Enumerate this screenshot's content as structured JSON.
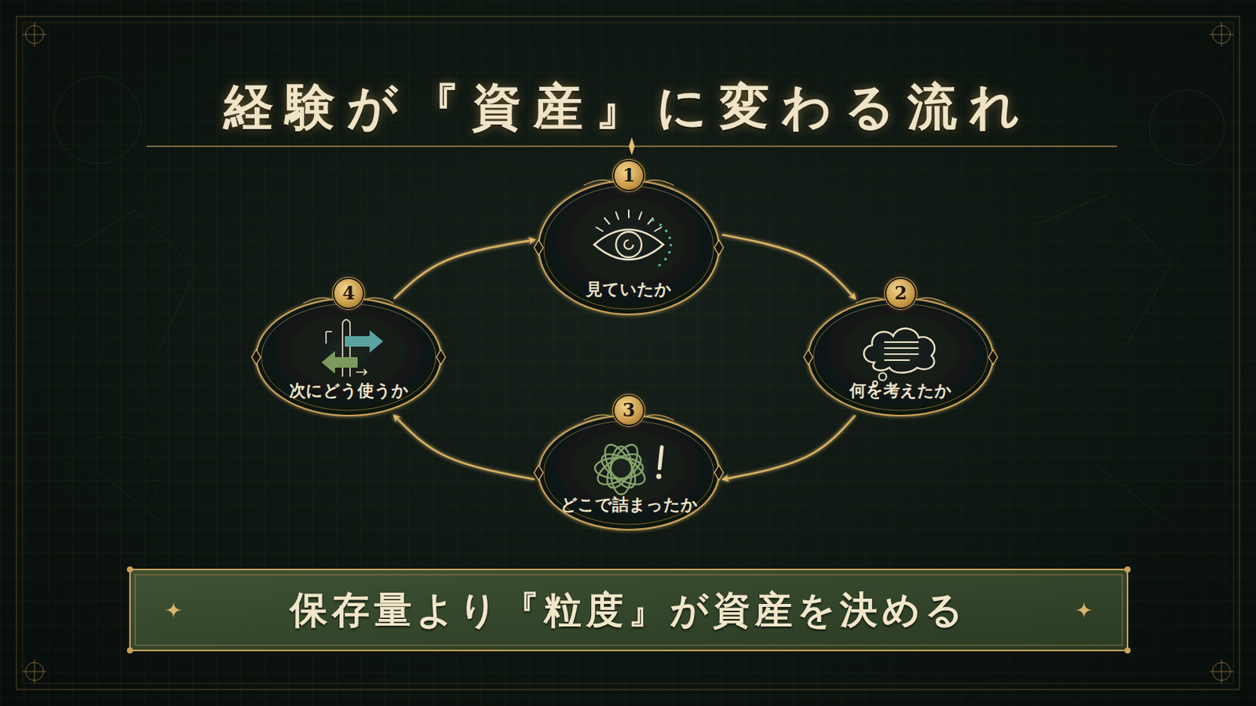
{
  "diagram": {
    "title": "経験が『資産』に変わる流れ",
    "nodes": [
      {
        "text": [
          "1",
          "見ていたか"
        ]
      },
      {
        "text": [
          "2",
          "何を考えたか"
        ]
      },
      {
        "text": [
          "3",
          "どこで詰まったか"
        ]
      },
      {
        "text": [
          "4",
          "次にどう使うか"
        ]
      },
      {
        "text": [
          "保存量より『粒度』が資産を決める"
        ]
      }
    ],
    "edges": [
      {
        "from": 0,
        "to": 1,
        "arrow": "to"
      },
      {
        "from": 1,
        "to": 2,
        "arrow": "to"
      },
      {
        "from": 2,
        "to": 3,
        "arrow": "to"
      },
      {
        "from": 3,
        "to": 0,
        "arrow": "to"
      }
    ]
  }
}
